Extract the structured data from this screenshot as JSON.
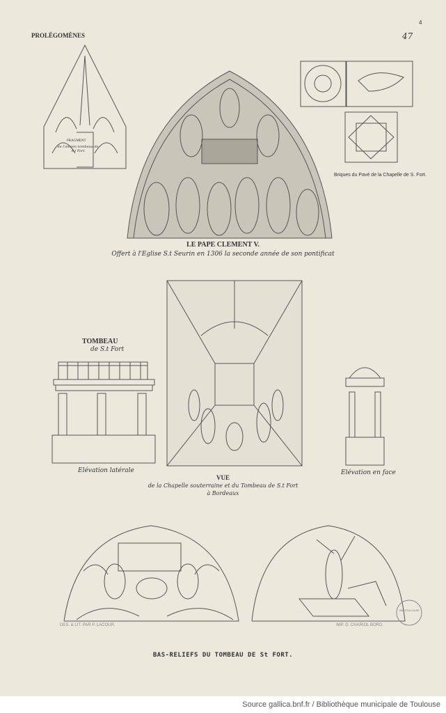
{
  "header": {
    "section": "PROLÉGOMÈNES",
    "page_number": "47",
    "corner_mark": "4"
  },
  "fronton": {
    "label_title": "FRAGMENT",
    "label_text": "de l'ancien tombeau de S.t Fort"
  },
  "bricks": {
    "caption": "Briques du Pavé de la Chapelle de S. Fort."
  },
  "tympanum": {
    "title": "LE PAPE CLEMENT V.",
    "subtitle": "Offert à l'Eglise S.t Seurin en 1306 la seconde année de son pontificat"
  },
  "tomb": {
    "title": "TOMBEAU",
    "subtitle": "de S.t Fort",
    "side_caption": "Elévation latérale",
    "front_caption": "Elévation en face"
  },
  "view": {
    "title": "VUE",
    "line1": "de la Chapelle souterraine et du Tombeau de S.t Fort",
    "line2": "à Bordeaux"
  },
  "credits": {
    "left": "DES. & LIT. PAR P. LACOUR.",
    "right": "IMP. D. CHARIOL BORD."
  },
  "footer": {
    "title": "BAS-RELIEFS DU TOMBEAU DE St FORT."
  },
  "stamp": {
    "text": "BM TOULOUSE"
  },
  "source": {
    "text": "Source gallica.bnf.fr / Bibliothèque municipale de Toulouse"
  }
}
